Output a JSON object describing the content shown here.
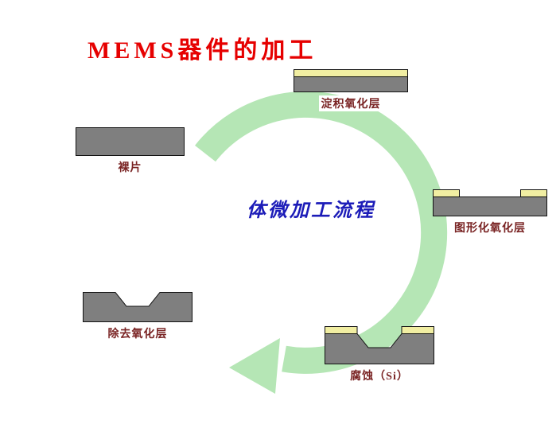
{
  "slide": {
    "title": "MEMS器件的加工",
    "center_label": "体微加工流程",
    "steps": [
      {
        "id": "bare-wafer",
        "label": "裸片"
      },
      {
        "id": "deposit-oxide",
        "label": "淀积氧化层"
      },
      {
        "id": "pattern-oxide",
        "label": "图形化氧化层"
      },
      {
        "id": "etch-si",
        "label": "腐蚀（Si）"
      },
      {
        "id": "remove-oxide",
        "label": "除去氧化层"
      }
    ],
    "colors": {
      "title_red": "#e60000",
      "center_label_blue": "#1c1cb8",
      "step_label": "#7a2424",
      "wafer_gray": "#7f7f7f",
      "oxide_yellow": "#f1eea2",
      "arrow_green": "#b5e6b5",
      "outline": "#111111"
    }
  }
}
